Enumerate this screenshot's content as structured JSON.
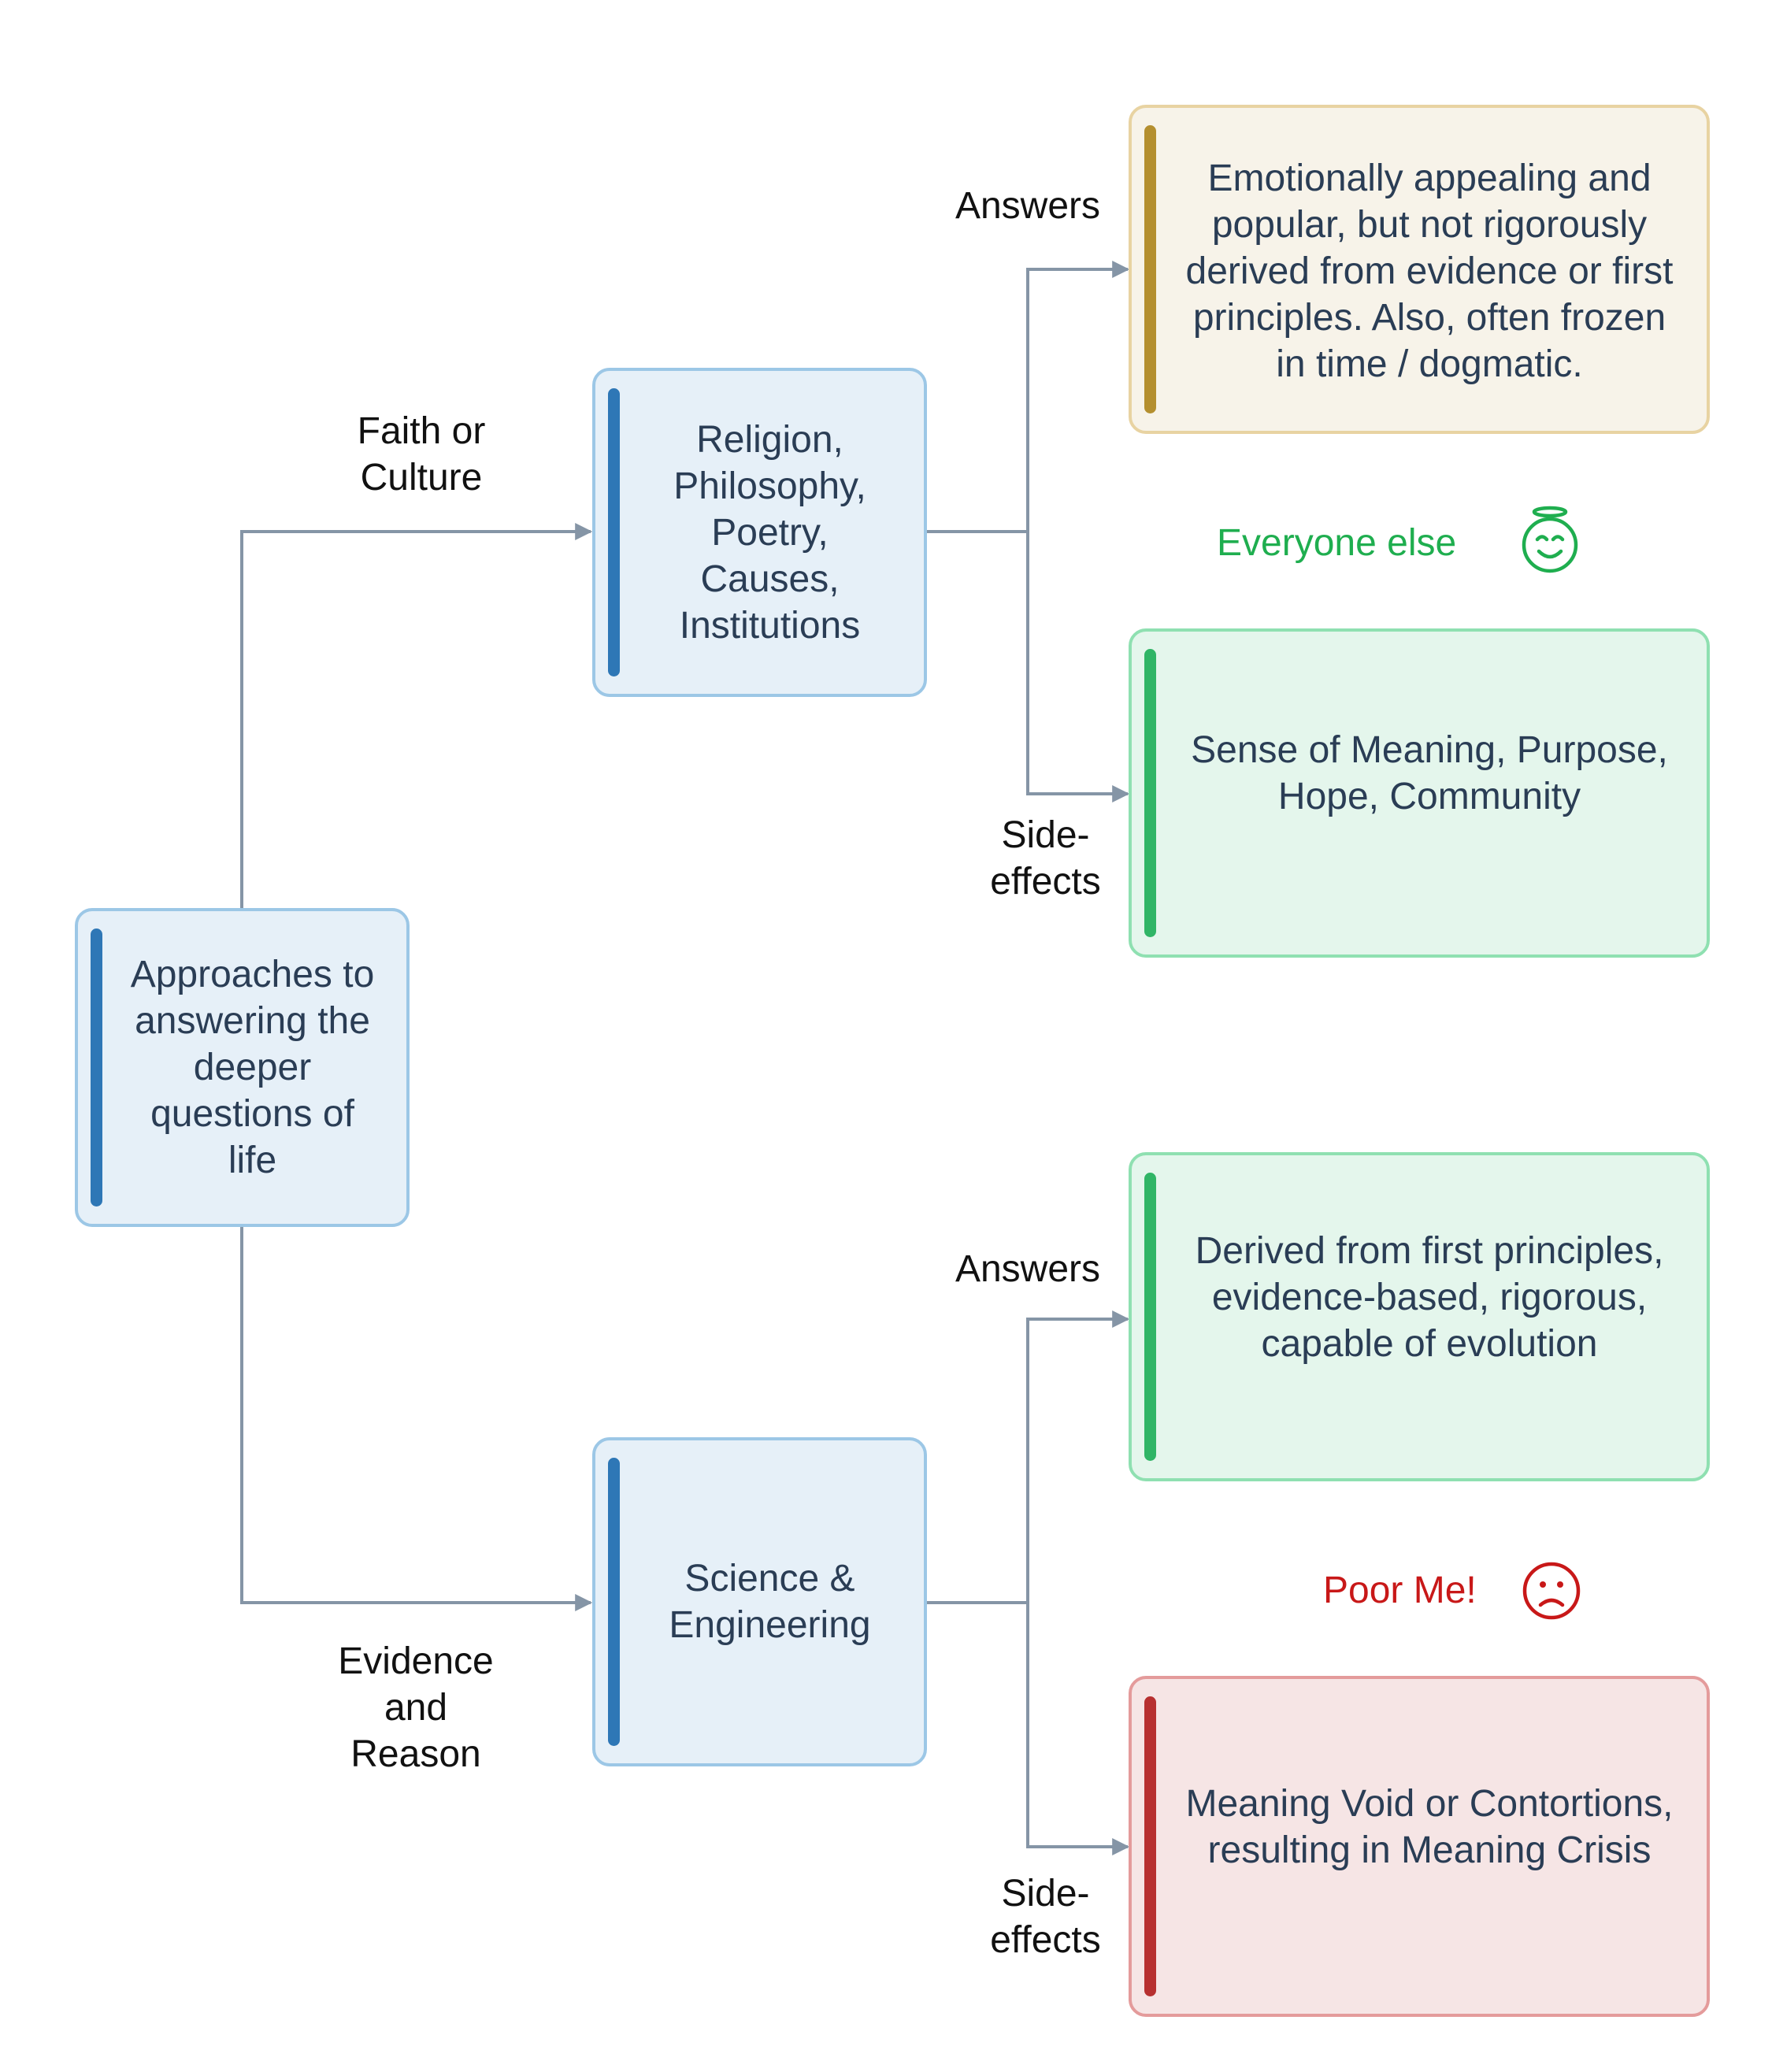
{
  "root": {
    "text": "Approaches to\nanswering the\ndeeper\nquestions of\nlife"
  },
  "branches": {
    "faith": {
      "edge_label": "Faith or\nCulture",
      "node": "Religion,\nPhilosophy,\nPoetry,\nCauses,\nInstitutions",
      "answers_label": "Answers",
      "side_effects_label": "Side-\neffects",
      "answers_box": "Emotionally appealing and\npopular, but not rigorously\nderived from evidence or first\nprinciples. Also, often frozen\nin time / dogmatic.",
      "side_effects_box": "Sense of Meaning, Purpose,\nHope, Community",
      "mood_text": "Everyone else",
      "mood_icon": "smiling-face-with-halo-icon",
      "mood_color": "#1fae4f"
    },
    "evidence": {
      "edge_label": "Evidence\nand\nReason",
      "node": "Science &\nEngineering",
      "answers_label": "Answers",
      "side_effects_label": "Side-\neffects",
      "answers_box": "Derived from first principles,\nevidence-based, rigorous,\ncapable of evolution",
      "side_effects_box": "Meaning Void or Contortions,\nresulting in Meaning Crisis",
      "mood_text": "Poor Me!",
      "mood_icon": "frowning-face-icon",
      "mood_color": "#c81818"
    }
  },
  "colors": {
    "connector": "#8595a6",
    "text": "#2a3d55",
    "blue_fill": "#e6f0f8",
    "blue_border": "#9cc7e6",
    "blue_bar": "#2e77b6",
    "gold_fill": "#f7f3e9",
    "gold_border": "#e8d3a2",
    "gold_bar": "#b48f2f",
    "green_fill": "#e4f6ec",
    "green_border": "#8fe0b1",
    "green_bar": "#30b566",
    "red_fill": "#f6e5e5",
    "red_border": "#e49b9b",
    "red_bar": "#b73030"
  }
}
